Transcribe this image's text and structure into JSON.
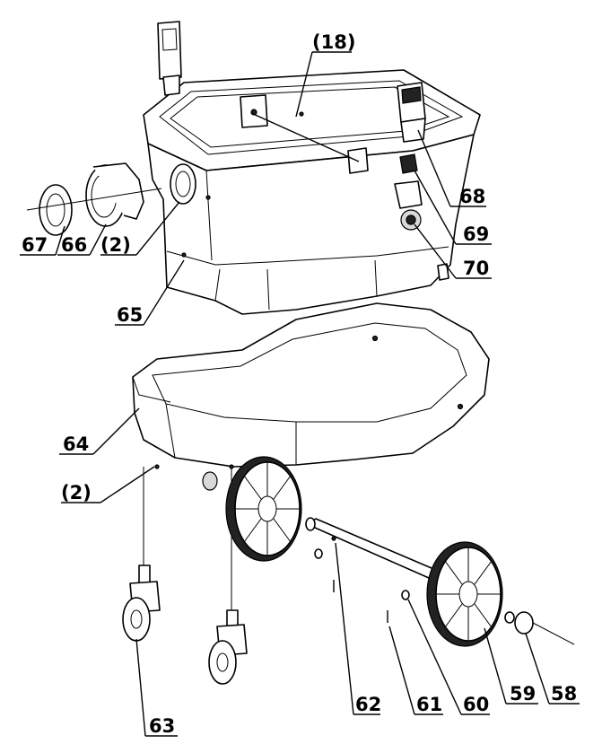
{
  "diagram": {
    "callouts": [
      {
        "id": "18",
        "text": "(18)"
      },
      {
        "id": "67",
        "text": "67"
      },
      {
        "id": "66",
        "text": "66"
      },
      {
        "id": "2a",
        "text": "(2)"
      },
      {
        "id": "65",
        "text": "65"
      },
      {
        "id": "68",
        "text": "68"
      },
      {
        "id": "69",
        "text": "69"
      },
      {
        "id": "70",
        "text": "70"
      },
      {
        "id": "64",
        "text": "64"
      },
      {
        "id": "2b",
        "text": "(2)"
      },
      {
        "id": "62",
        "text": "62"
      },
      {
        "id": "61",
        "text": "61"
      },
      {
        "id": "60",
        "text": "60"
      },
      {
        "id": "59",
        "text": "59"
      },
      {
        "id": "58",
        "text": "58"
      },
      {
        "id": "63",
        "text": "63"
      }
    ]
  }
}
